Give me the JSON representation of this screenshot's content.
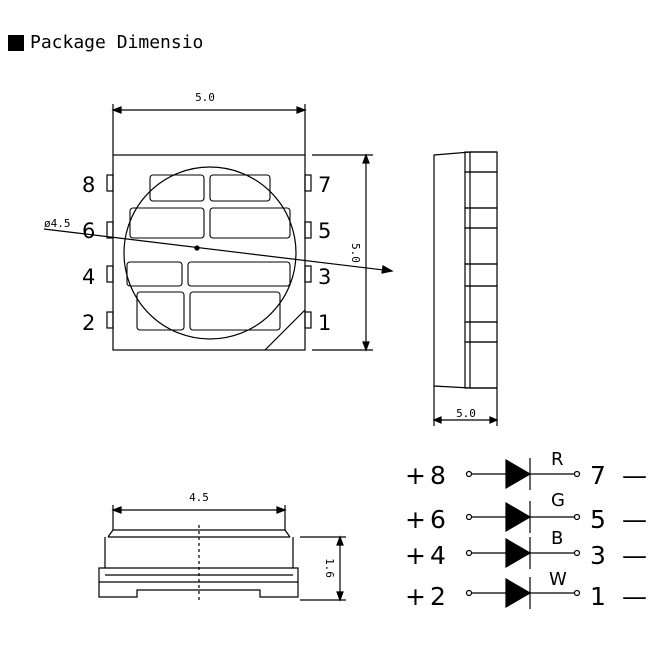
{
  "header": {
    "title": "Package Dimensio"
  },
  "top_view": {
    "width_label": "5.0",
    "height_label": "5.0",
    "diameter_label": "ø4.5",
    "pins_left": [
      "8",
      "6",
      "4",
      "2"
    ],
    "pins_right": [
      "7",
      "5",
      "3",
      "1"
    ]
  },
  "side_view": {
    "width_label": "5.0"
  },
  "front_view": {
    "width_label": "4.5",
    "height_label": "1.6"
  },
  "circuit": {
    "rows": [
      {
        "plus": "+",
        "anode": "8",
        "color": "R",
        "cathode": "7",
        "minus": "—"
      },
      {
        "plus": "+",
        "anode": "6",
        "color": "G",
        "cathode": "5",
        "minus": "—"
      },
      {
        "plus": "+",
        "anode": "4",
        "color": "B",
        "cathode": "3",
        "minus": "—"
      },
      {
        "plus": "+",
        "anode": "2",
        "color": "W",
        "cathode": "1",
        "minus": "—"
      }
    ]
  }
}
